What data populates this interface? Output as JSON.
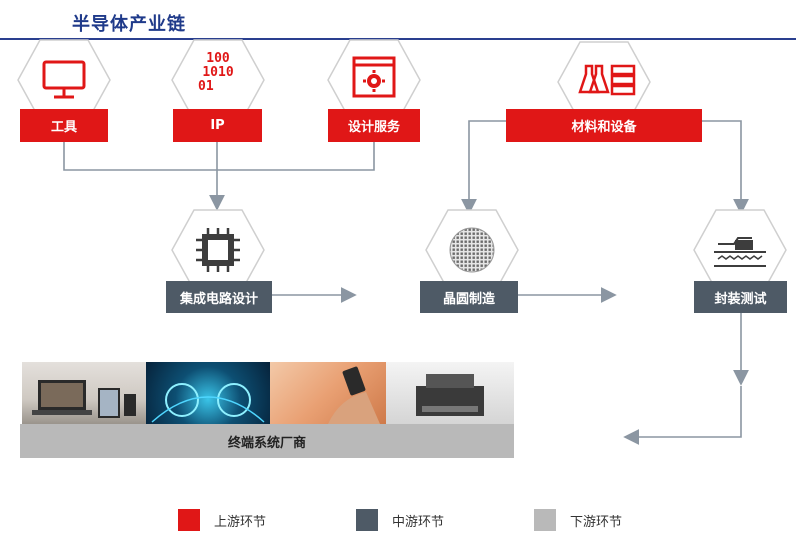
{
  "header": {
    "title": "半导体产业链"
  },
  "upstream": {
    "tools_label": "工具",
    "ip_label": "IP",
    "ip_icon_text": [
      "100",
      "1010",
      "01"
    ],
    "design_label": "设计服务",
    "materials_label": "材料和设备"
  },
  "midstream": {
    "ic_design_label": "集成电路设计",
    "wafer_label": "晶圆制造",
    "packaging_label": "封装测试"
  },
  "downstream": {
    "terminal_label": "终端系统厂商"
  },
  "legend": {
    "items": [
      {
        "label": "上游环节",
        "color": "#e01717"
      },
      {
        "label": "中游环节",
        "color": "#4e5a66"
      },
      {
        "label": "下游环节",
        "color": "#b9b9b9"
      }
    ]
  },
  "colors": {
    "upstream": "#e01717",
    "midstream": "#4e5a66",
    "downstream": "#b9b9b9",
    "connector": "#8b96a2",
    "title": "#1f3a8a"
  }
}
